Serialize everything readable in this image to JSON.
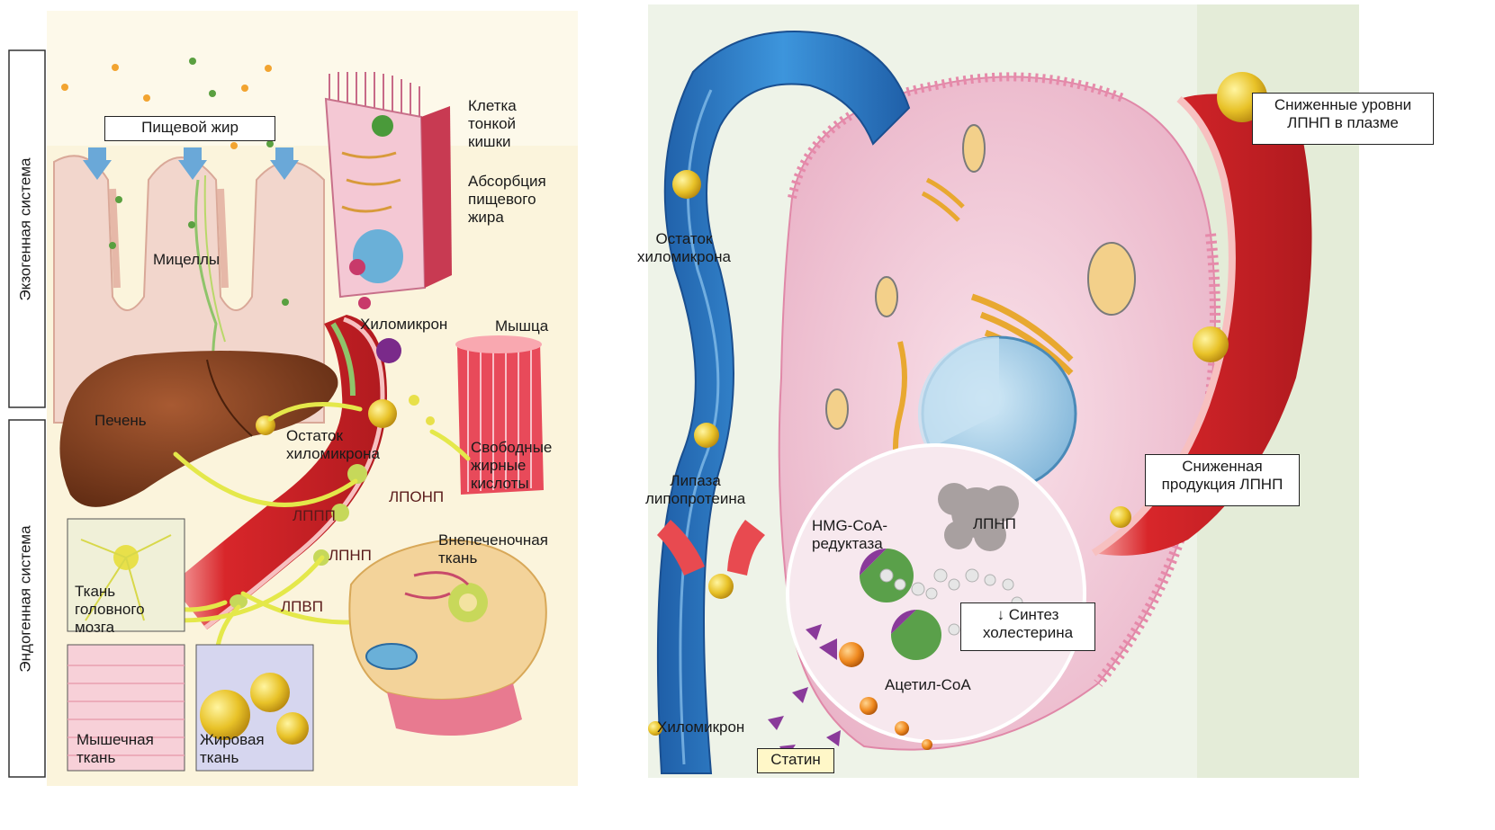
{
  "left_panel": {
    "side_labels": {
      "exogenous": "Экзогенная система",
      "endogenous": "Эндогенная система"
    },
    "labels": {
      "dietary_fat": "Пищевой жир",
      "micelles": "Мицеллы",
      "intestinal_cell": "Клетка\nтонкой\nкишки",
      "fat_absorption": "Абсорбция\nпищевого\nжира",
      "chylomicron": "Хиломикрон",
      "muscle": "Мышца",
      "liver": "Печень",
      "chylomicron_remnant": "Остаток\nхиломикрона",
      "free_fatty_acids": "Свободные\nжирные\nкислоты",
      "vldl": "ЛПОНП",
      "idl": "ЛППП",
      "ldl": "ЛПНП",
      "hdl": "ЛПВП",
      "extrahepatic_tissue": "Внепеченочная\nткань",
      "brain_tissue": "Ткань\nголовного\nмозга",
      "muscle_tissue": "Мышечная\nткань",
      "adipose_tissue": "Жировая\nткань"
    }
  },
  "right_panel": {
    "labels": {
      "chylomicron_remnant": "Остаток\nхиломикрона",
      "lipoprotein_lipase": "Липаза\nлипопротеина",
      "chylomicron": "Хиломикрон",
      "statin": "Статин",
      "hmg_coa": "HMG-CoA-\nредуктаза",
      "ldl": "ЛПНП",
      "acetyl_coa": "Ацетил-CoA",
      "cholesterol_synthesis": "↓ Синтез\nхолестерина",
      "reduced_ldl_plasma": "Сниженные уровни\nЛПНП в плазме",
      "reduced_ldl_production": "Сниженная\nпродукция ЛПНП"
    }
  },
  "colors": {
    "vessel_red": "#d8262a",
    "liver_brown": "#7b3a1e",
    "chylomicron_blue": "#2f7fc8",
    "cell_pink": "#f2c8d6",
    "particle_yellow": "#e8c228",
    "arrow_yellow": "#e4e84a",
    "statin_purple": "#8a3a9a",
    "enzyme_green": "#5aa04a",
    "panel_cream": "#fbf4dc"
  }
}
